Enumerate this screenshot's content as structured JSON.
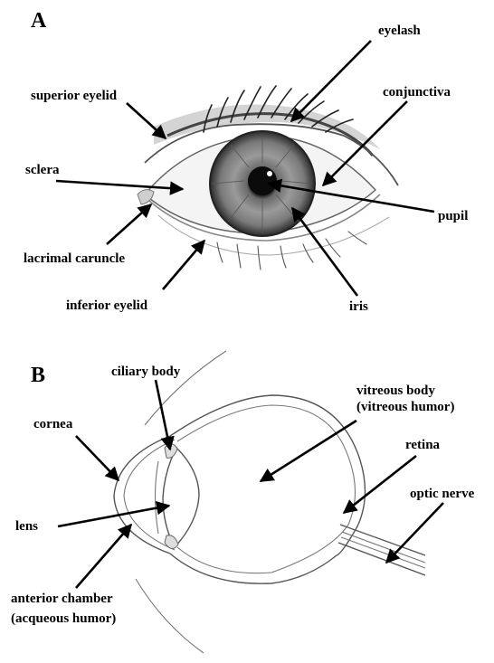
{
  "panel_a": {
    "letter": "A",
    "labels": {
      "eyelash": "eyelash",
      "superior_eyelid": "superior eyelid",
      "conjunctiva": "conjunctiva",
      "sclera": "sclera",
      "pupil": "pupil",
      "lacrimal_caruncle": "lacrimal caruncle",
      "inferior_eyelid": "inferior eyelid",
      "iris": "iris"
    }
  },
  "panel_b": {
    "letter": "B",
    "labels": {
      "ciliary_body": "ciliary body",
      "vitreous_body_1": "vitreous body",
      "vitreous_body_2": "(vitreous humor)",
      "cornea": "cornea",
      "retina": "retina",
      "optic_nerve": "optic nerve",
      "lens": "lens",
      "anterior_chamber_1": "anterior chamber",
      "anterior_chamber_2": "(acqueous humor)"
    }
  },
  "colors": {
    "text": "#000000",
    "line": "#555555",
    "iris_dark": "#3a3a3a"
  }
}
